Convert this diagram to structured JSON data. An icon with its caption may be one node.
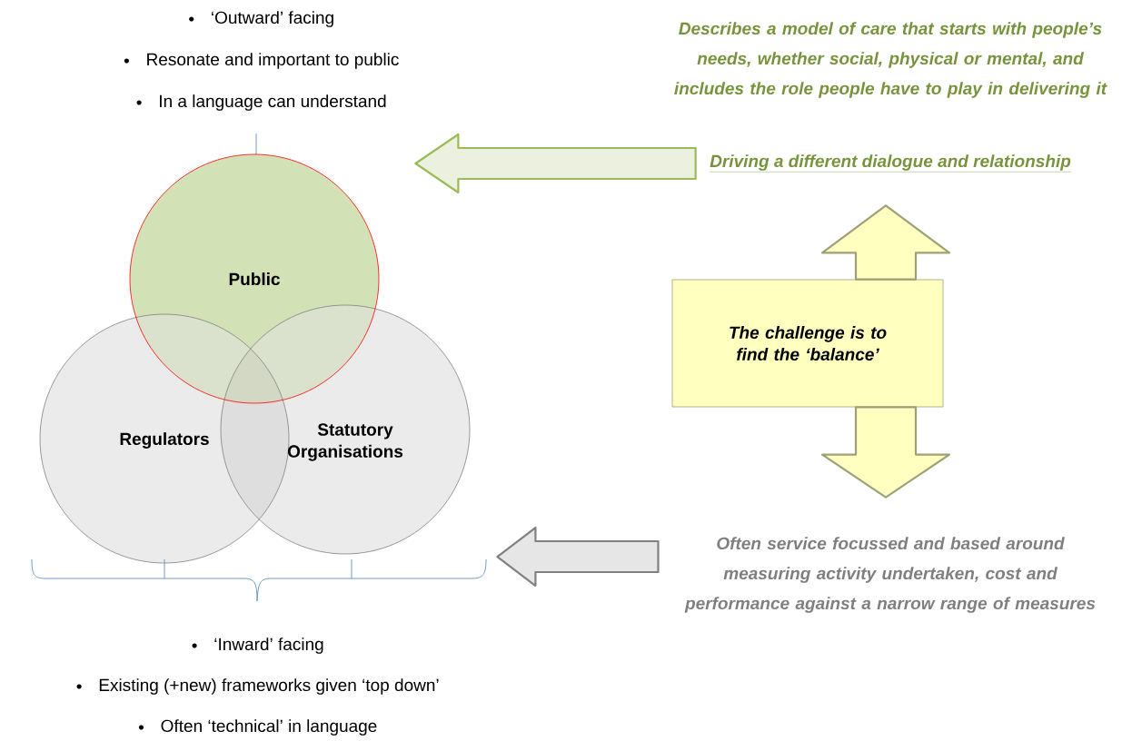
{
  "diagram": {
    "nodes": [
      {
        "text": [
          "Public"
        ]
      },
      {
        "text": [
          "Regulators"
        ]
      },
      {
        "text": [
          "Statutory Organisations"
        ]
      },
      {
        "text": [
          "The challenge is to find the ‘balance’"
        ]
      },
      {
        "text": [
          "Describes a model of care that starts with people’s needs, whether social, physical or mental, and includes the role people have to play in delivering it"
        ]
      },
      {
        "text": [
          "Driving a different dialogue and relationship"
        ]
      },
      {
        "text": [
          "Often service focussed and based around measuring activity undertaken, cost and performance against a narrow range of measures"
        ]
      }
    ],
    "edges": [
      {
        "from": 5,
        "to": 0,
        "arrow": "to",
        "color": "#9bbb59"
      },
      {
        "from": 6,
        "to": 2,
        "arrow": "to",
        "color": "#808080"
      },
      {
        "from": 3,
        "to": 5,
        "arrow": "to"
      },
      {
        "from": 3,
        "to": 6,
        "arrow": "to"
      }
    ],
    "labels": [
      "‘Outward’ facing",
      "Resonate and important to public",
      "In a language can understand",
      "‘Inward’ facing",
      "Existing (+new) frameworks given ‘top down’",
      "Often ‘technical’ in language"
    ]
  }
}
